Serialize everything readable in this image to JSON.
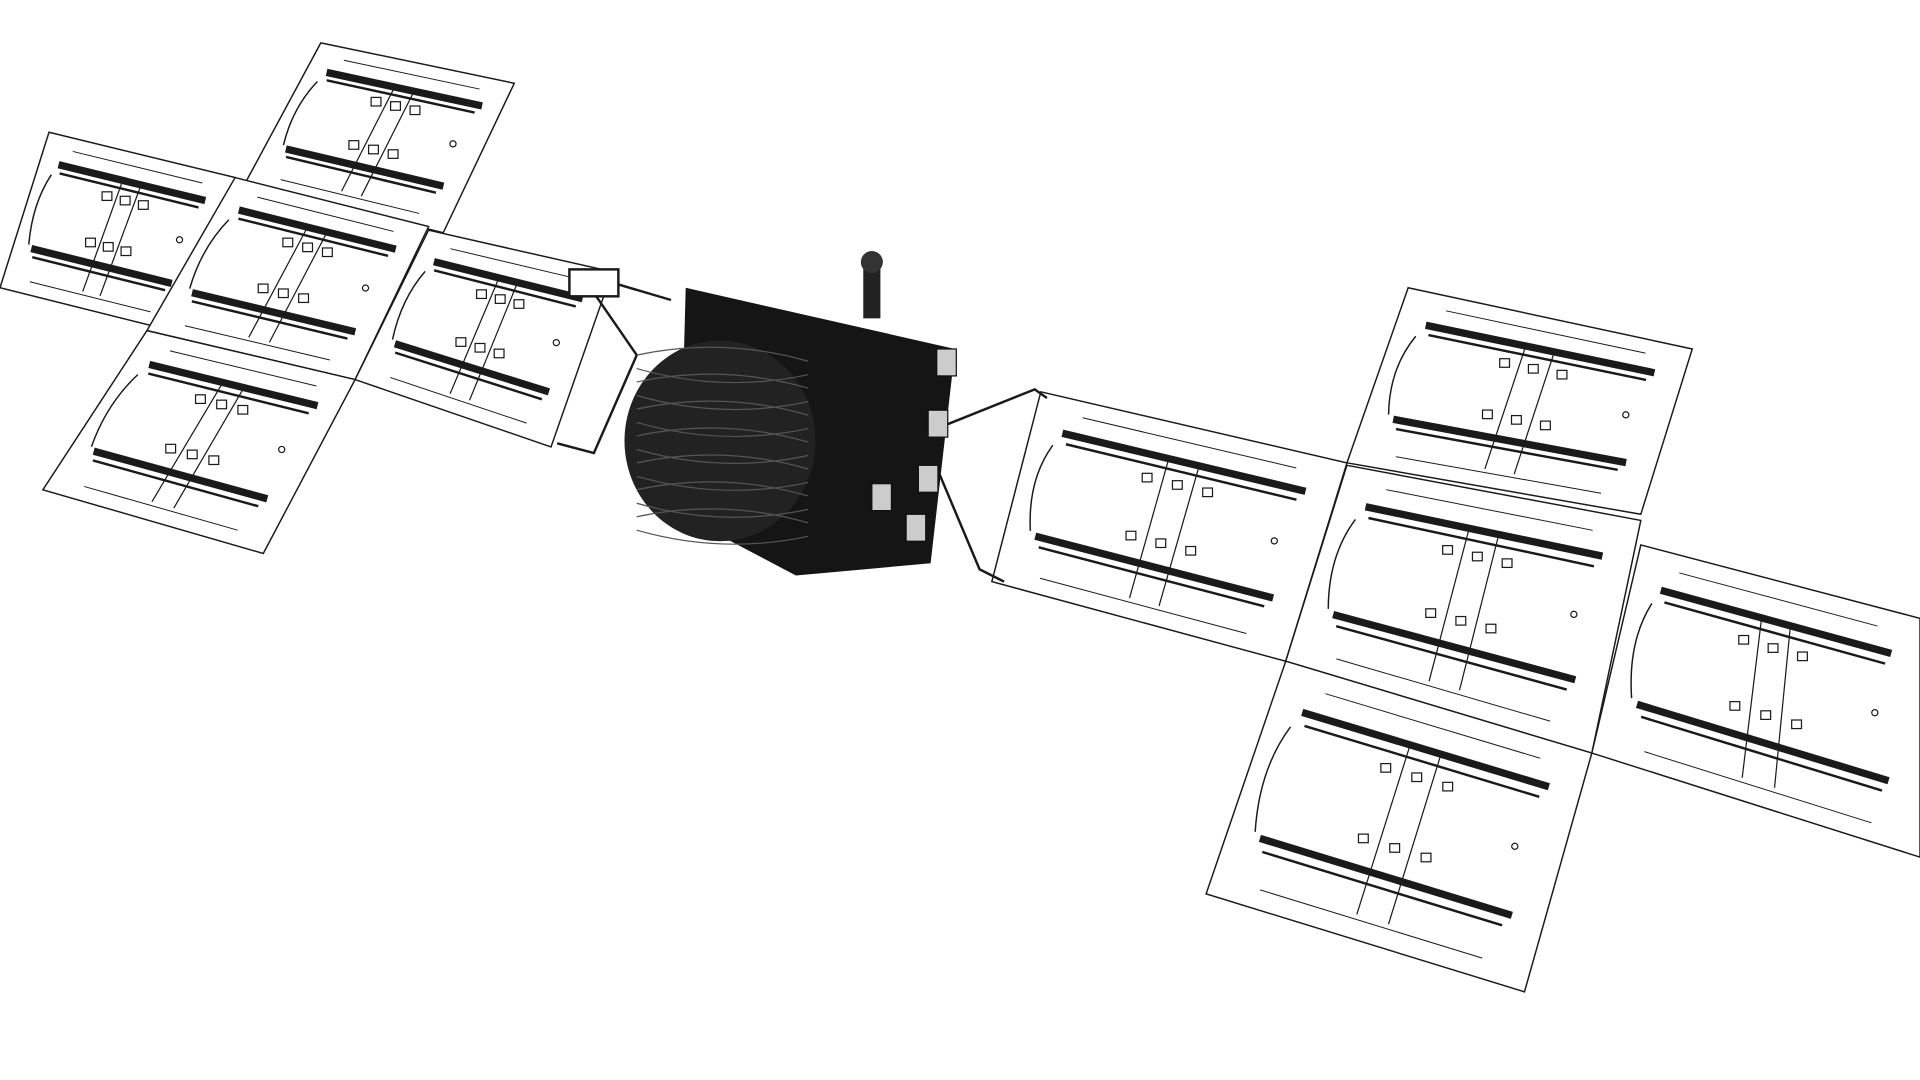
{
  "scene": {
    "subject": "satellite-wireframe",
    "colors": {
      "background": "#ffffff",
      "line": "#1a1a1a",
      "body": "#151515"
    },
    "left_wing_panels": 5,
    "right_wing_panels": 5
  }
}
